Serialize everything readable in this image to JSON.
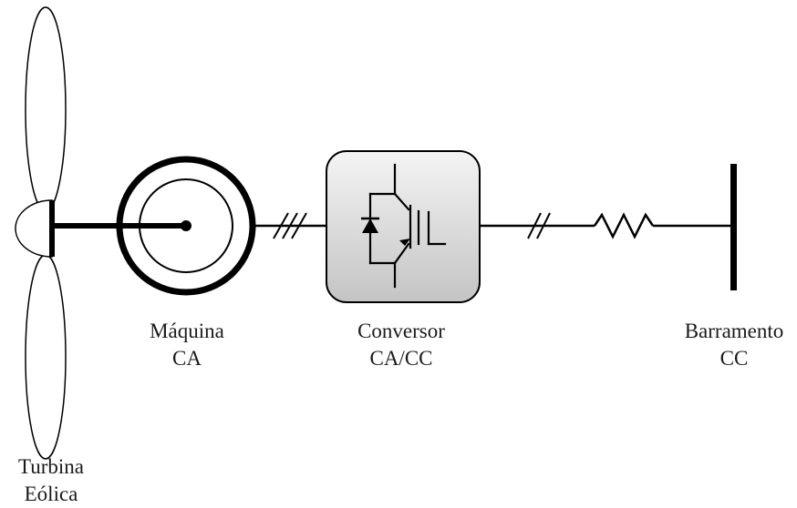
{
  "labels": {
    "turbina": {
      "line1": "Turbina",
      "line2": "Eólica"
    },
    "maquina": {
      "line1": "Máquina",
      "line2": "CA"
    },
    "conversor": {
      "line1": "Conversor",
      "line2": "CA/CC"
    },
    "barramento": {
      "line1": "Barramento",
      "line2": "CC"
    }
  },
  "colors": {
    "stroke": "#000000",
    "converter_fill_light": "#f2f2f2",
    "converter_fill_dark": "#c8c8c8",
    "text": "#1a1a1a"
  }
}
